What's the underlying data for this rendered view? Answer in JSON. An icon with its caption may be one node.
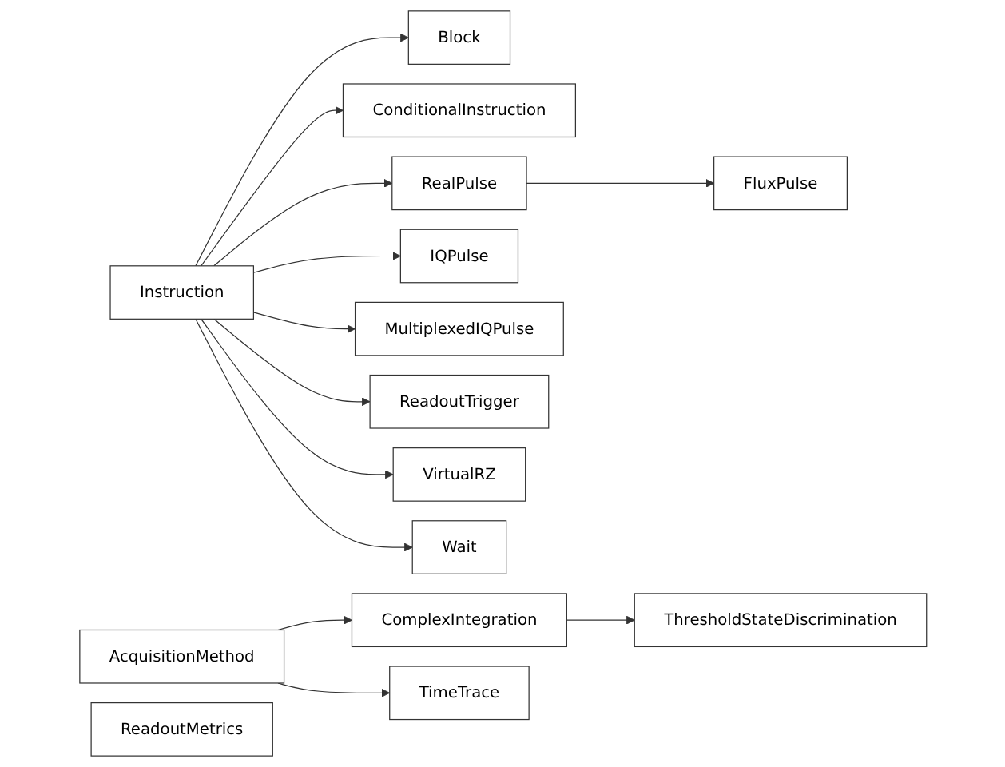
{
  "diagram": {
    "nodes": [
      {
        "text": [
          "ReadoutMetrics"
        ]
      },
      {
        "text": [
          "Instruction"
        ]
      },
      {
        "text": [
          "Block"
        ]
      },
      {
        "text": [
          "ConditionalInstruction"
        ]
      },
      {
        "text": [
          "RealPulse"
        ]
      },
      {
        "text": [
          "FluxPulse"
        ]
      },
      {
        "text": [
          "IQPulse"
        ]
      },
      {
        "text": [
          "MultiplexedIQPulse"
        ]
      },
      {
        "text": [
          "ReadoutTrigger"
        ]
      },
      {
        "text": [
          "VirtualRZ"
        ]
      },
      {
        "text": [
          "Wait"
        ]
      },
      {
        "text": [
          "AcquisitionMethod"
        ]
      },
      {
        "text": [
          "ComplexIntegration"
        ]
      },
      {
        "text": [
          "ThresholdStateDiscrimination"
        ]
      },
      {
        "text": [
          "TimeTrace"
        ]
      }
    ],
    "edges": [
      {
        "from": 1,
        "to": 2,
        "arrow": "to"
      },
      {
        "from": 1,
        "to": 3,
        "arrow": "to"
      },
      {
        "from": 1,
        "to": 4,
        "arrow": "to"
      },
      {
        "from": 4,
        "to": 5,
        "arrow": "to"
      },
      {
        "from": 1,
        "to": 6,
        "arrow": "to"
      },
      {
        "from": 1,
        "to": 7,
        "arrow": "to"
      },
      {
        "from": 1,
        "to": 8,
        "arrow": "to"
      },
      {
        "from": 1,
        "to": 9,
        "arrow": "to"
      },
      {
        "from": 1,
        "to": 10,
        "arrow": "to"
      },
      {
        "from": 11,
        "to": 12,
        "arrow": "to"
      },
      {
        "from": 12,
        "to": 13,
        "arrow": "to"
      },
      {
        "from": 11,
        "to": 14,
        "arrow": "to"
      }
    ]
  }
}
